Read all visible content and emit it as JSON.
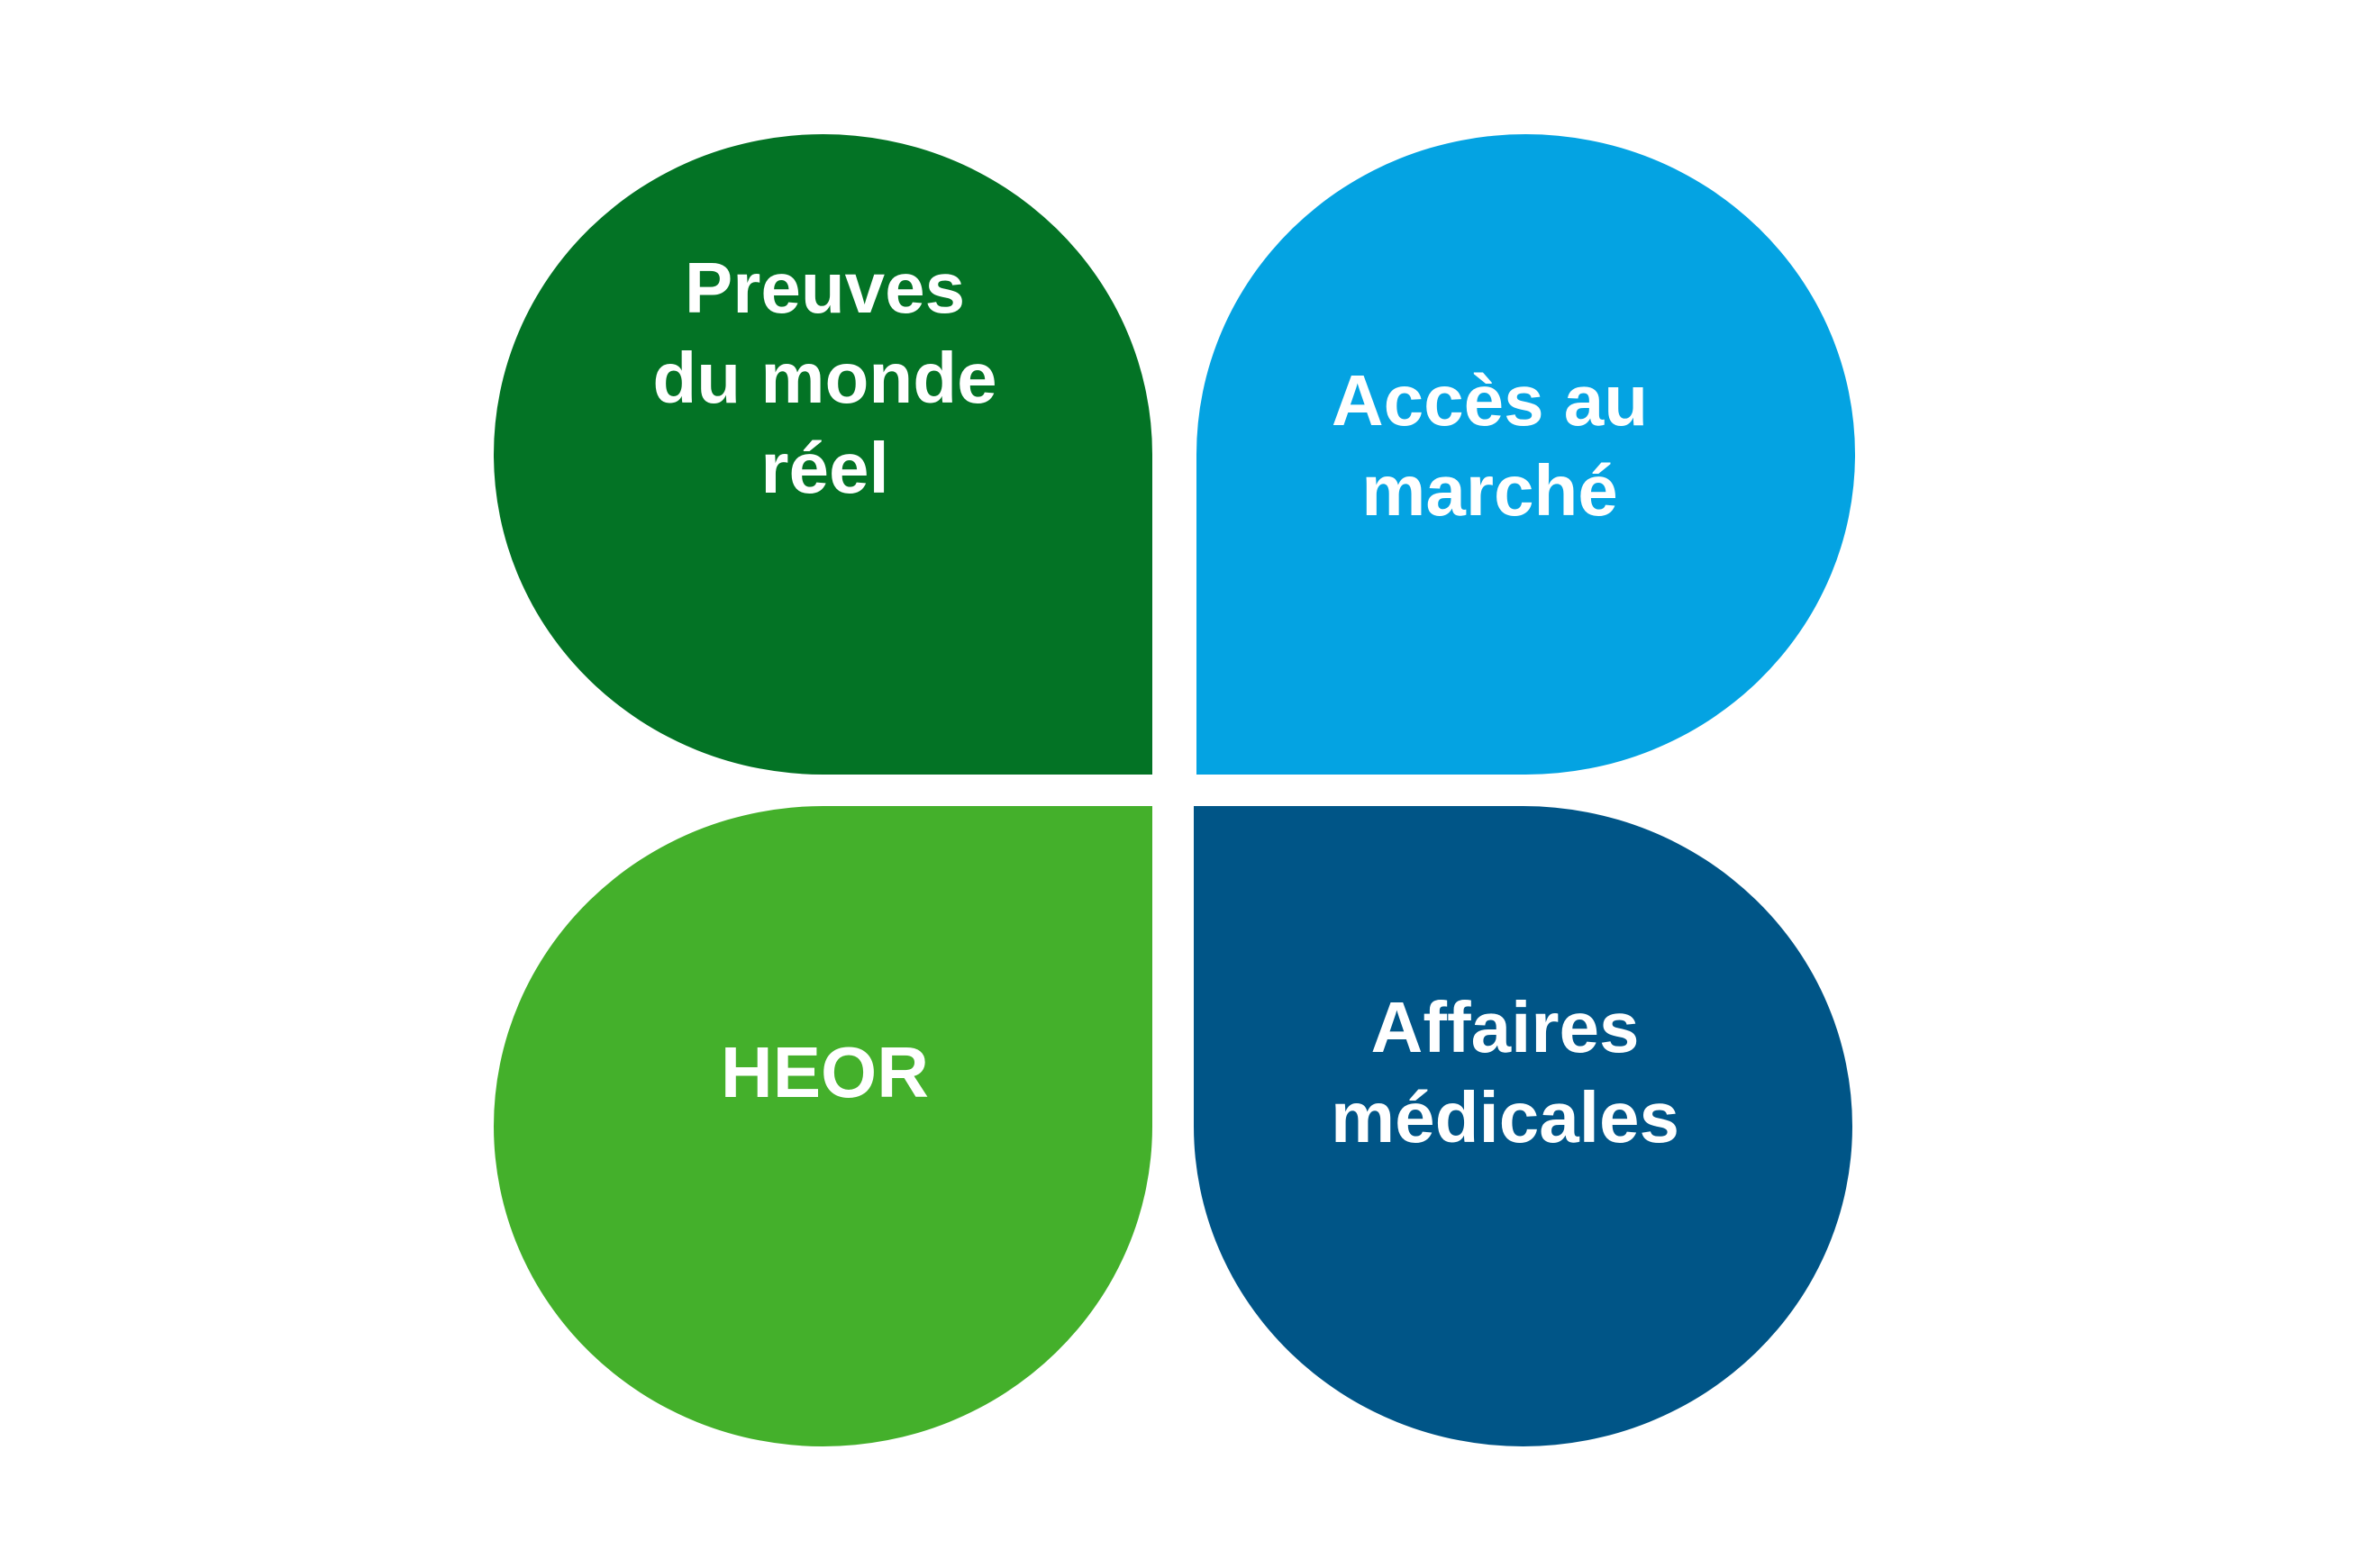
{
  "diagram": {
    "quadrants": [
      {
        "label": "Preuves\ndu monde\nréel",
        "color": "#037325"
      },
      {
        "label": "Accès au\nmarché",
        "color": "#04A3E2"
      },
      {
        "label": "HEOR",
        "color": "#44B02B"
      },
      {
        "label": "Affaires\nmédicales",
        "color": "#005587"
      }
    ]
  }
}
